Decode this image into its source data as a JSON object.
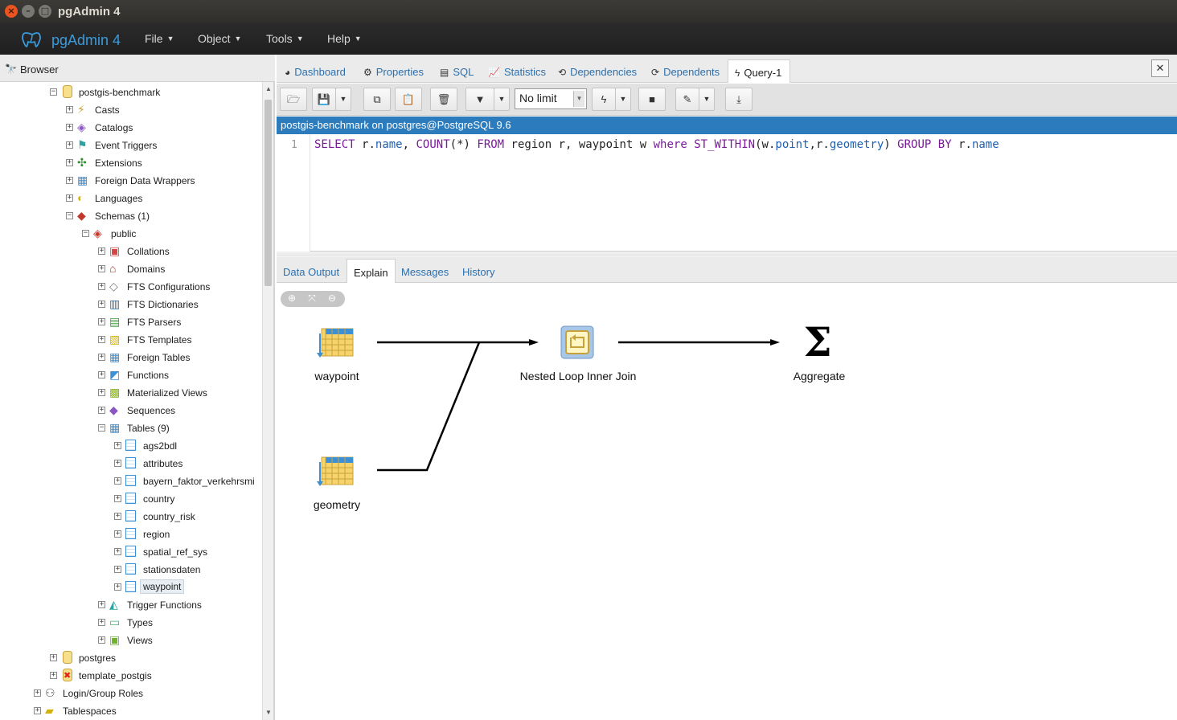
{
  "window": {
    "title": "pgAdmin 4"
  },
  "app": {
    "brand": "pgAdmin 4",
    "menus": [
      {
        "label": "File"
      },
      {
        "label": "Object"
      },
      {
        "label": "Tools"
      },
      {
        "label": "Help"
      }
    ]
  },
  "browser": {
    "title": "Browser",
    "tree": [
      {
        "label": "postgis-benchmark",
        "icon": "database-icon",
        "toggle": "−"
      },
      {
        "label": "Casts",
        "icon": "casts-icon",
        "toggle": "+"
      },
      {
        "label": "Catalogs",
        "icon": "catalogs-icon",
        "toggle": "+"
      },
      {
        "label": "Event Triggers",
        "icon": "event-triggers-icon",
        "toggle": "+"
      },
      {
        "label": "Extensions",
        "icon": "extensions-icon",
        "toggle": "+"
      },
      {
        "label": "Foreign Data Wrappers",
        "icon": "foreign-data-wrappers-icon",
        "toggle": "+"
      },
      {
        "label": "Languages",
        "icon": "languages-icon",
        "toggle": "+"
      },
      {
        "label": "Schemas (1)",
        "icon": "schemas-icon",
        "toggle": "−"
      },
      {
        "label": "public",
        "icon": "schema-icon",
        "toggle": "−"
      },
      {
        "label": "Collations",
        "icon": "collations-icon",
        "toggle": "+"
      },
      {
        "label": "Domains",
        "icon": "domains-icon",
        "toggle": "+"
      },
      {
        "label": "FTS Configurations",
        "icon": "fts-configurations-icon",
        "toggle": "+"
      },
      {
        "label": "FTS Dictionaries",
        "icon": "fts-dictionaries-icon",
        "toggle": "+"
      },
      {
        "label": "FTS Parsers",
        "icon": "fts-parsers-icon",
        "toggle": "+"
      },
      {
        "label": "FTS Templates",
        "icon": "fts-templates-icon",
        "toggle": "+"
      },
      {
        "label": "Foreign Tables",
        "icon": "foreign-tables-icon",
        "toggle": "+"
      },
      {
        "label": "Functions",
        "icon": "functions-icon",
        "toggle": "+"
      },
      {
        "label": "Materialized Views",
        "icon": "materialized-views-icon",
        "toggle": "+"
      },
      {
        "label": "Sequences",
        "icon": "sequences-icon",
        "toggle": "+"
      },
      {
        "label": "Tables (9)",
        "icon": "tables-icon",
        "toggle": "−"
      },
      {
        "label": "ags2bdl",
        "icon": "table-icon",
        "toggle": "+"
      },
      {
        "label": "attributes",
        "icon": "table-icon",
        "toggle": "+"
      },
      {
        "label": "bayern_faktor_verkehrsmi",
        "icon": "table-icon",
        "toggle": "+"
      },
      {
        "label": "country",
        "icon": "table-icon",
        "toggle": "+"
      },
      {
        "label": "country_risk",
        "icon": "table-icon",
        "toggle": "+"
      },
      {
        "label": "region",
        "icon": "table-icon",
        "toggle": "+"
      },
      {
        "label": "spatial_ref_sys",
        "icon": "table-icon",
        "toggle": "+"
      },
      {
        "label": "stationsdaten",
        "icon": "table-icon",
        "toggle": "+"
      },
      {
        "label": "waypoint",
        "icon": "table-icon",
        "toggle": "+",
        "selected": true
      },
      {
        "label": "Trigger Functions",
        "icon": "trigger-functions-icon",
        "toggle": "+"
      },
      {
        "label": "Types",
        "icon": "types-icon",
        "toggle": "+"
      },
      {
        "label": "Views",
        "icon": "views-icon",
        "toggle": "+"
      },
      {
        "label": "postgres",
        "icon": "database-icon",
        "toggle": "+"
      },
      {
        "label": "template_postgis",
        "icon": "database-disconnected-icon",
        "toggle": "+"
      },
      {
        "label": "Login/Group Roles",
        "icon": "login-roles-icon",
        "toggle": "+"
      },
      {
        "label": "Tablespaces",
        "icon": "tablespaces-icon",
        "toggle": "+"
      }
    ]
  },
  "tabs": [
    {
      "label": "Dashboard",
      "icon": "dashboard-icon"
    },
    {
      "label": "Properties",
      "icon": "properties-icon"
    },
    {
      "label": "SQL",
      "icon": "sql-icon"
    },
    {
      "label": "Statistics",
      "icon": "statistics-icon"
    },
    {
      "label": "Dependencies",
      "icon": "dependencies-icon"
    },
    {
      "label": "Dependents",
      "icon": "dependents-icon"
    },
    {
      "label": "Query-1",
      "icon": "lightning-icon",
      "active": true
    }
  ],
  "toolbar": {
    "limit": "No limit"
  },
  "connection": "postgis-benchmark on postgres@PostgreSQL 9.6",
  "editor": {
    "line_number": "1",
    "query": "SELECT r.name, COUNT(*) FROM region r, waypoint w where ST_WITHIN(w.point,r.geometry) GROUP BY r.name"
  },
  "result_tabs": [
    {
      "label": "Data Output"
    },
    {
      "label": "Explain",
      "active": true
    },
    {
      "label": "Messages"
    },
    {
      "label": "History"
    }
  ],
  "explain": {
    "nodes": [
      {
        "label": "waypoint",
        "icon": "table-scan-icon"
      },
      {
        "label": "geometry",
        "icon": "table-scan-icon"
      },
      {
        "label": "Nested Loop Inner Join",
        "icon": "nested-loop-icon"
      },
      {
        "label": "Aggregate",
        "icon": "aggregate-sigma-icon"
      }
    ]
  },
  "colors": {
    "accent": "#2b7bbd",
    "link": "#2c6fad",
    "brand": "#3a9bdc"
  }
}
